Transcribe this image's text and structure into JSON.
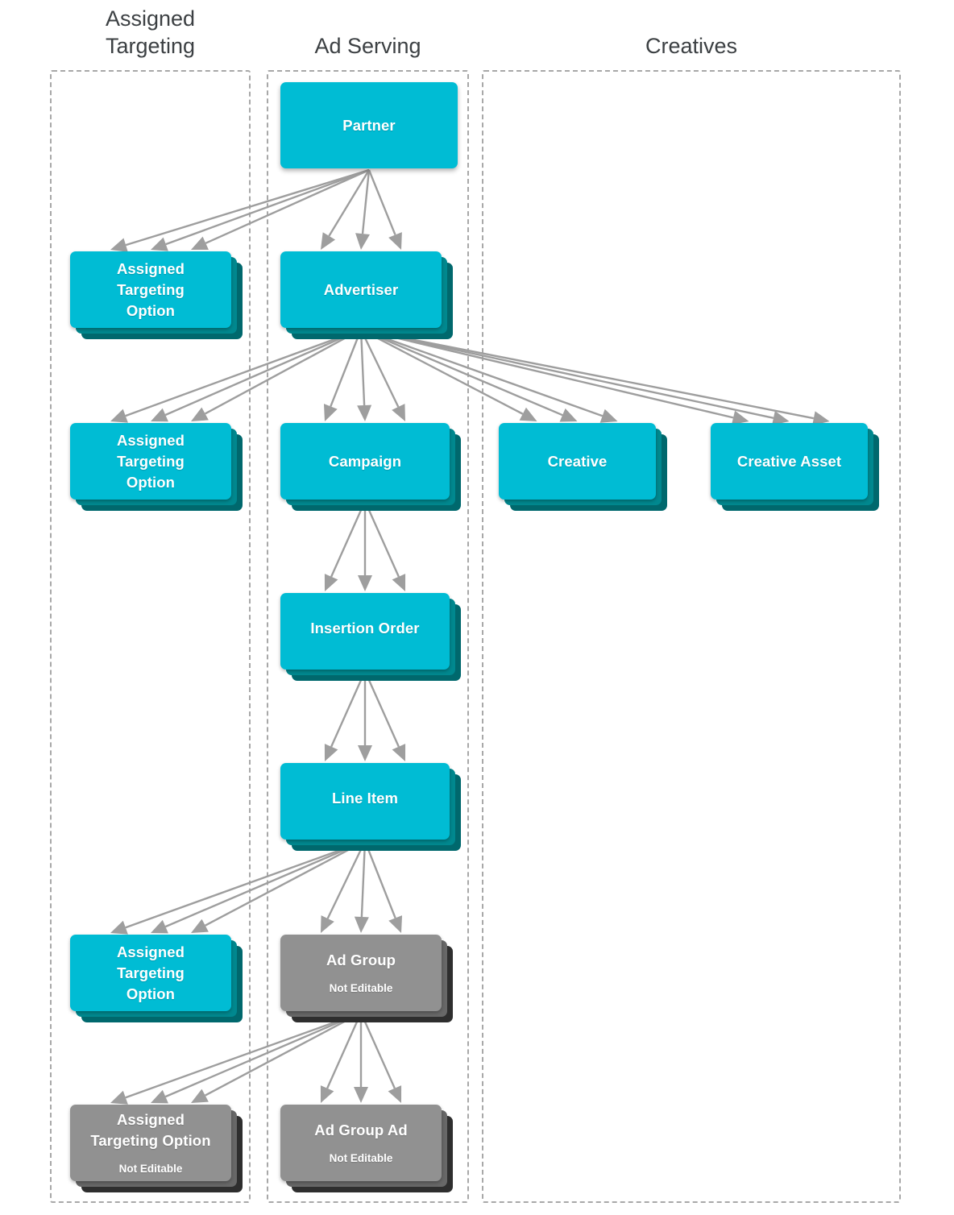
{
  "diagram": {
    "title_color": "#3c4043",
    "accent_cyan": "#00bcd4",
    "accent_teal_mid": "#00888f",
    "accent_teal_dark": "#00686d",
    "disabled_grey": "#919191",
    "disabled_grey_mid": "#686868",
    "disabled_grey_dark": "#2e2e2e",
    "lane_border_color": "#a8a8a8",
    "arrow_color": "#9e9e9e",
    "background": "#ffffff"
  },
  "columns": [
    {
      "id": "assigned-targeting",
      "label": "Assigned\nTargeting"
    },
    {
      "id": "ad-serving",
      "label": "Ad Serving"
    },
    {
      "id": "creatives",
      "label": "Creatives"
    }
  ],
  "nodes": [
    {
      "id": "partner",
      "label": "Partner",
      "sub": "",
      "column": "ad-serving",
      "style": "cyan",
      "layers": 1
    },
    {
      "id": "assigned-targeting-option-1",
      "label": "Assigned\nTargeting\nOption",
      "sub": "",
      "column": "assigned-targeting",
      "style": "cyan",
      "layers": 3
    },
    {
      "id": "advertiser",
      "label": "Advertiser",
      "sub": "",
      "column": "ad-serving",
      "style": "cyan",
      "layers": 3
    },
    {
      "id": "assigned-targeting-option-2",
      "label": "Assigned\nTargeting\nOption",
      "sub": "",
      "column": "assigned-targeting",
      "style": "cyan",
      "layers": 3
    },
    {
      "id": "campaign",
      "label": "Campaign",
      "sub": "",
      "column": "ad-serving",
      "style": "cyan",
      "layers": 3
    },
    {
      "id": "creative",
      "label": "Creative",
      "sub": "",
      "column": "creatives",
      "style": "cyan",
      "layers": 3
    },
    {
      "id": "creative-asset",
      "label": "Creative Asset",
      "sub": "",
      "column": "creatives",
      "style": "cyan",
      "layers": 3
    },
    {
      "id": "insertion-order",
      "label": "Insertion Order",
      "sub": "",
      "column": "ad-serving",
      "style": "cyan",
      "layers": 3
    },
    {
      "id": "line-item",
      "label": "Line Item",
      "sub": "",
      "column": "ad-serving",
      "style": "cyan",
      "layers": 3
    },
    {
      "id": "assigned-targeting-option-3",
      "label": "Assigned\nTargeting\nOption",
      "sub": "",
      "column": "assigned-targeting",
      "style": "cyan",
      "layers": 3
    },
    {
      "id": "ad-group",
      "label": "Ad Group",
      "sub": "Not Editable",
      "column": "ad-serving",
      "style": "grey",
      "layers": 3
    },
    {
      "id": "assigned-targeting-option-4",
      "label": "Assigned\nTargeting Option",
      "sub": "Not Editable",
      "column": "assigned-targeting",
      "style": "grey",
      "layers": 3
    },
    {
      "id": "ad-group-ad",
      "label": "Ad Group Ad",
      "sub": "Not Editable",
      "column": "ad-serving",
      "style": "grey",
      "layers": 3
    }
  ],
  "edges": [
    {
      "from": "partner",
      "to": "assigned-targeting-option-1",
      "multiplicity": 3
    },
    {
      "from": "partner",
      "to": "advertiser",
      "multiplicity": 3
    },
    {
      "from": "advertiser",
      "to": "assigned-targeting-option-2",
      "multiplicity": 3
    },
    {
      "from": "advertiser",
      "to": "campaign",
      "multiplicity": 3
    },
    {
      "from": "advertiser",
      "to": "creative",
      "multiplicity": 3
    },
    {
      "from": "advertiser",
      "to": "creative-asset",
      "multiplicity": 3
    },
    {
      "from": "campaign",
      "to": "insertion-order",
      "multiplicity": 3
    },
    {
      "from": "insertion-order",
      "to": "line-item",
      "multiplicity": 3
    },
    {
      "from": "line-item",
      "to": "assigned-targeting-option-3",
      "multiplicity": 3
    },
    {
      "from": "line-item",
      "to": "ad-group",
      "multiplicity": 3
    },
    {
      "from": "ad-group",
      "to": "assigned-targeting-option-4",
      "multiplicity": 3
    },
    {
      "from": "ad-group",
      "to": "ad-group-ad",
      "multiplicity": 3
    }
  ]
}
